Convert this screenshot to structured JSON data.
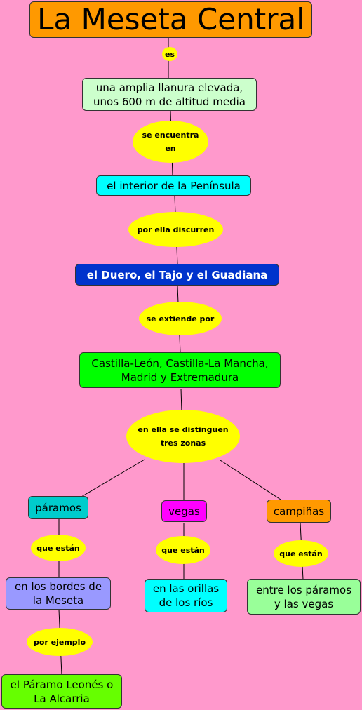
{
  "colors": {
    "background": "#ff99cc",
    "link_fill": "#ffff00",
    "connector": "#000000"
  },
  "nodes": {
    "title": {
      "text": "La Meseta Central",
      "color": "#ff9900"
    },
    "plain": {
      "text": "una amplia llanura elevada,\nunos 600 m de altitud media",
      "color": "#ccffcc"
    },
    "interior": {
      "text": "el interior de la Península",
      "color": "#00ffff"
    },
    "rivers": {
      "text": "el Duero, el Tajo y el Guadiana",
      "color": "#0033cc"
    },
    "regions": {
      "text": "Castilla-León, Castilla-La Mancha,\nMadrid y Extremadura",
      "color": "#00ff00"
    },
    "paramos": {
      "text": "páramos",
      "color": "#00cccc"
    },
    "vegas": {
      "text": "vegas",
      "color": "#ff00ff"
    },
    "campinas": {
      "text": "campiñas",
      "color": "#ff9900"
    },
    "paramos_where": {
      "text": "en los bordes de\nla Meseta",
      "color": "#9999ff"
    },
    "vegas_where": {
      "text": "en las orillas\nde los ríos",
      "color": "#00ffff"
    },
    "campinas_where": {
      "text": "entre los páramos\ny las vegas",
      "color": "#99ff99"
    },
    "example": {
      "text": "el Páramo Leonés o\nLa Alcarria",
      "color": "#66ff00"
    }
  },
  "links": {
    "es": "es",
    "located": "se encuentra\nen",
    "flow": "por ella discurren",
    "extends": "se extiende por",
    "zones": "en ella se distinguen\ntres zonas",
    "paramos_are": "que están",
    "vegas_are": "que están",
    "campinas_are": "que están",
    "for_example": "por ejemplo"
  }
}
